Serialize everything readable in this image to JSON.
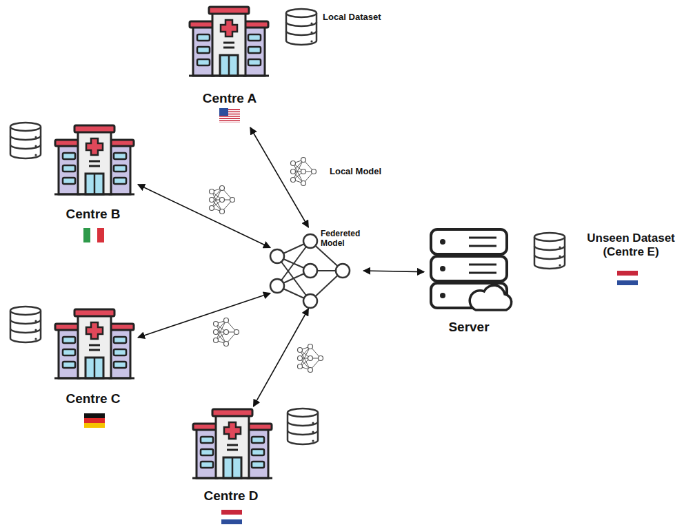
{
  "diagram": {
    "nodes": [
      {
        "text": [
          "Centre A"
        ]
      },
      {
        "text": [
          "Centre B"
        ]
      },
      {
        "text": [
          "Centre C"
        ]
      },
      {
        "text": [
          "Centre D"
        ]
      },
      {
        "text": [
          "Federeted Model"
        ]
      },
      {
        "text": [
          "Server"
        ]
      },
      {
        "text": [
          "Unseen Dataset (Centre E)"
        ]
      }
    ],
    "edges": [
      {
        "from": 0,
        "to": 4,
        "arrow": "both"
      },
      {
        "from": 1,
        "to": 4,
        "arrow": "both"
      },
      {
        "from": 2,
        "to": 4,
        "arrow": "both"
      },
      {
        "from": 3,
        "to": 4,
        "arrow": "both"
      },
      {
        "from": 4,
        "to": 5,
        "arrow": "both"
      }
    ],
    "labels": [
      "Local Dataset",
      "Local Model"
    ]
  }
}
